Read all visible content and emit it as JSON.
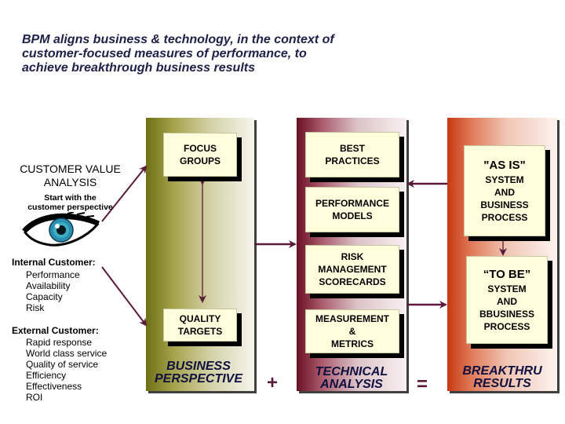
{
  "title": {
    "line1": "BPM aligns business & technology, in the context of",
    "line2": "customer-focused measures of performance, to",
    "line3": "achieve breakthrough business results"
  },
  "left": {
    "heading_line1": "CUSTOMER VALUE",
    "heading_line2": "ANALYSIS",
    "sub_line1": "Start with the",
    "sub_line2": "customer perspective",
    "internal_heading": "Internal Customer:",
    "internal_items": [
      "Performance",
      "Availability",
      "Capacity",
      "Risk"
    ],
    "external_heading": "External Customer:",
    "external_items": [
      "Rapid response",
      "World class service",
      "Quality of service",
      "Efficiency",
      "Effectiveness",
      "ROI"
    ]
  },
  "business": {
    "label_line1": "BUSINESS",
    "label_line2": "PERSPECTIVE",
    "focus_line1": "FOCUS",
    "focus_line2": "GROUPS",
    "quality_line1": "QUALITY",
    "quality_line2": "TARGETS"
  },
  "technical": {
    "label_line1": "TECHNICAL",
    "label_line2": "ANALYSIS",
    "best_line1": "BEST",
    "best_line2": "PRACTICES",
    "perf_line1": "PERFORMANCE",
    "perf_line2": "MODELS",
    "risk_line1": "RISK",
    "risk_line2": "MANAGEMENT",
    "risk_line3": "SCORECARDS",
    "meas_line1": "MEASUREMENT",
    "meas_line2": "&",
    "meas_line3": "METRICS"
  },
  "breakthru": {
    "label_line1": "BREAKTHRU",
    "label_line2": "RESULTS",
    "asis_line1": "\"AS IS\"",
    "asis_line2": "SYSTEM",
    "asis_line3": "AND",
    "asis_line4": "BUSINESS",
    "asis_line5": "PROCESS",
    "tobe_line1": "“TO BE”",
    "tobe_line2": "SYSTEM",
    "tobe_line3": "AND",
    "tobe_line4": "BBUSINESS",
    "tobe_line5": "PROCESS"
  },
  "operators": {
    "plus": "+",
    "equals": "="
  },
  "colors": {
    "arrow": "#5a1a3a",
    "box_fill": "#ffffdd",
    "title_text": "#202048",
    "business_col": "#6e7016",
    "technical_col": "#6a0f24",
    "breakthru_col": "#c63a12"
  }
}
